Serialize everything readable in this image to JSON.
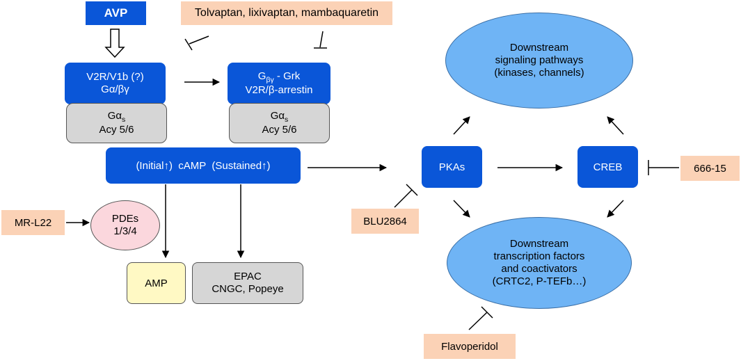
{
  "nodes": {
    "avp": "AVP",
    "antagonists": "Tolvaptan, lixivaptan, mambaquaretin",
    "receptor": {
      "line1": "V2R/V1b (?)",
      "line2": "Gα/βγ"
    },
    "receptor_sustained": {
      "line1_base": "G",
      "line1_sub": "βγ",
      "line1_rest": " - Grk",
      "line2": "V2R/β-arrestin"
    },
    "gas_left": {
      "line1_base": "Gα",
      "line1_sub": "s",
      "line2": "Acy 5/6"
    },
    "gas_right": {
      "line1_base": "Gα",
      "line1_sub": "s",
      "line2": "Acy 5/6"
    },
    "camp": "(Initial↑)  cAMP  (Sustained↑)",
    "mr_l22": "MR-L22",
    "pdes": {
      "line1": "PDEs",
      "line2": "1/3/4"
    },
    "amp": "AMP",
    "epac": {
      "line1": "EPAC",
      "line2": "CNGC, Popeye"
    },
    "pkas": "PKAs",
    "creb": "CREB",
    "blu2864": "BLU2864",
    "inhibitor_666": "666-15",
    "flavoperidol": "Flavoperidol",
    "downstream_signaling": {
      "line1": "Downstream",
      "line2": "signaling pathways",
      "line3": "(kinases, channels)"
    },
    "downstream_transcription": {
      "line1": "Downstream",
      "line2": "transcription factors",
      "line3": "and coactivators",
      "line4": "(CRTC2, P-TEFb…)"
    }
  },
  "colors": {
    "blue_box": "#0a56d8",
    "grey_box": "#d6d6d6",
    "peach_box": "#fbd2b6",
    "yellow_box": "#fff9c4",
    "oval_blue": "#6fb4f5",
    "oval_pink": "#fbd7dd"
  }
}
